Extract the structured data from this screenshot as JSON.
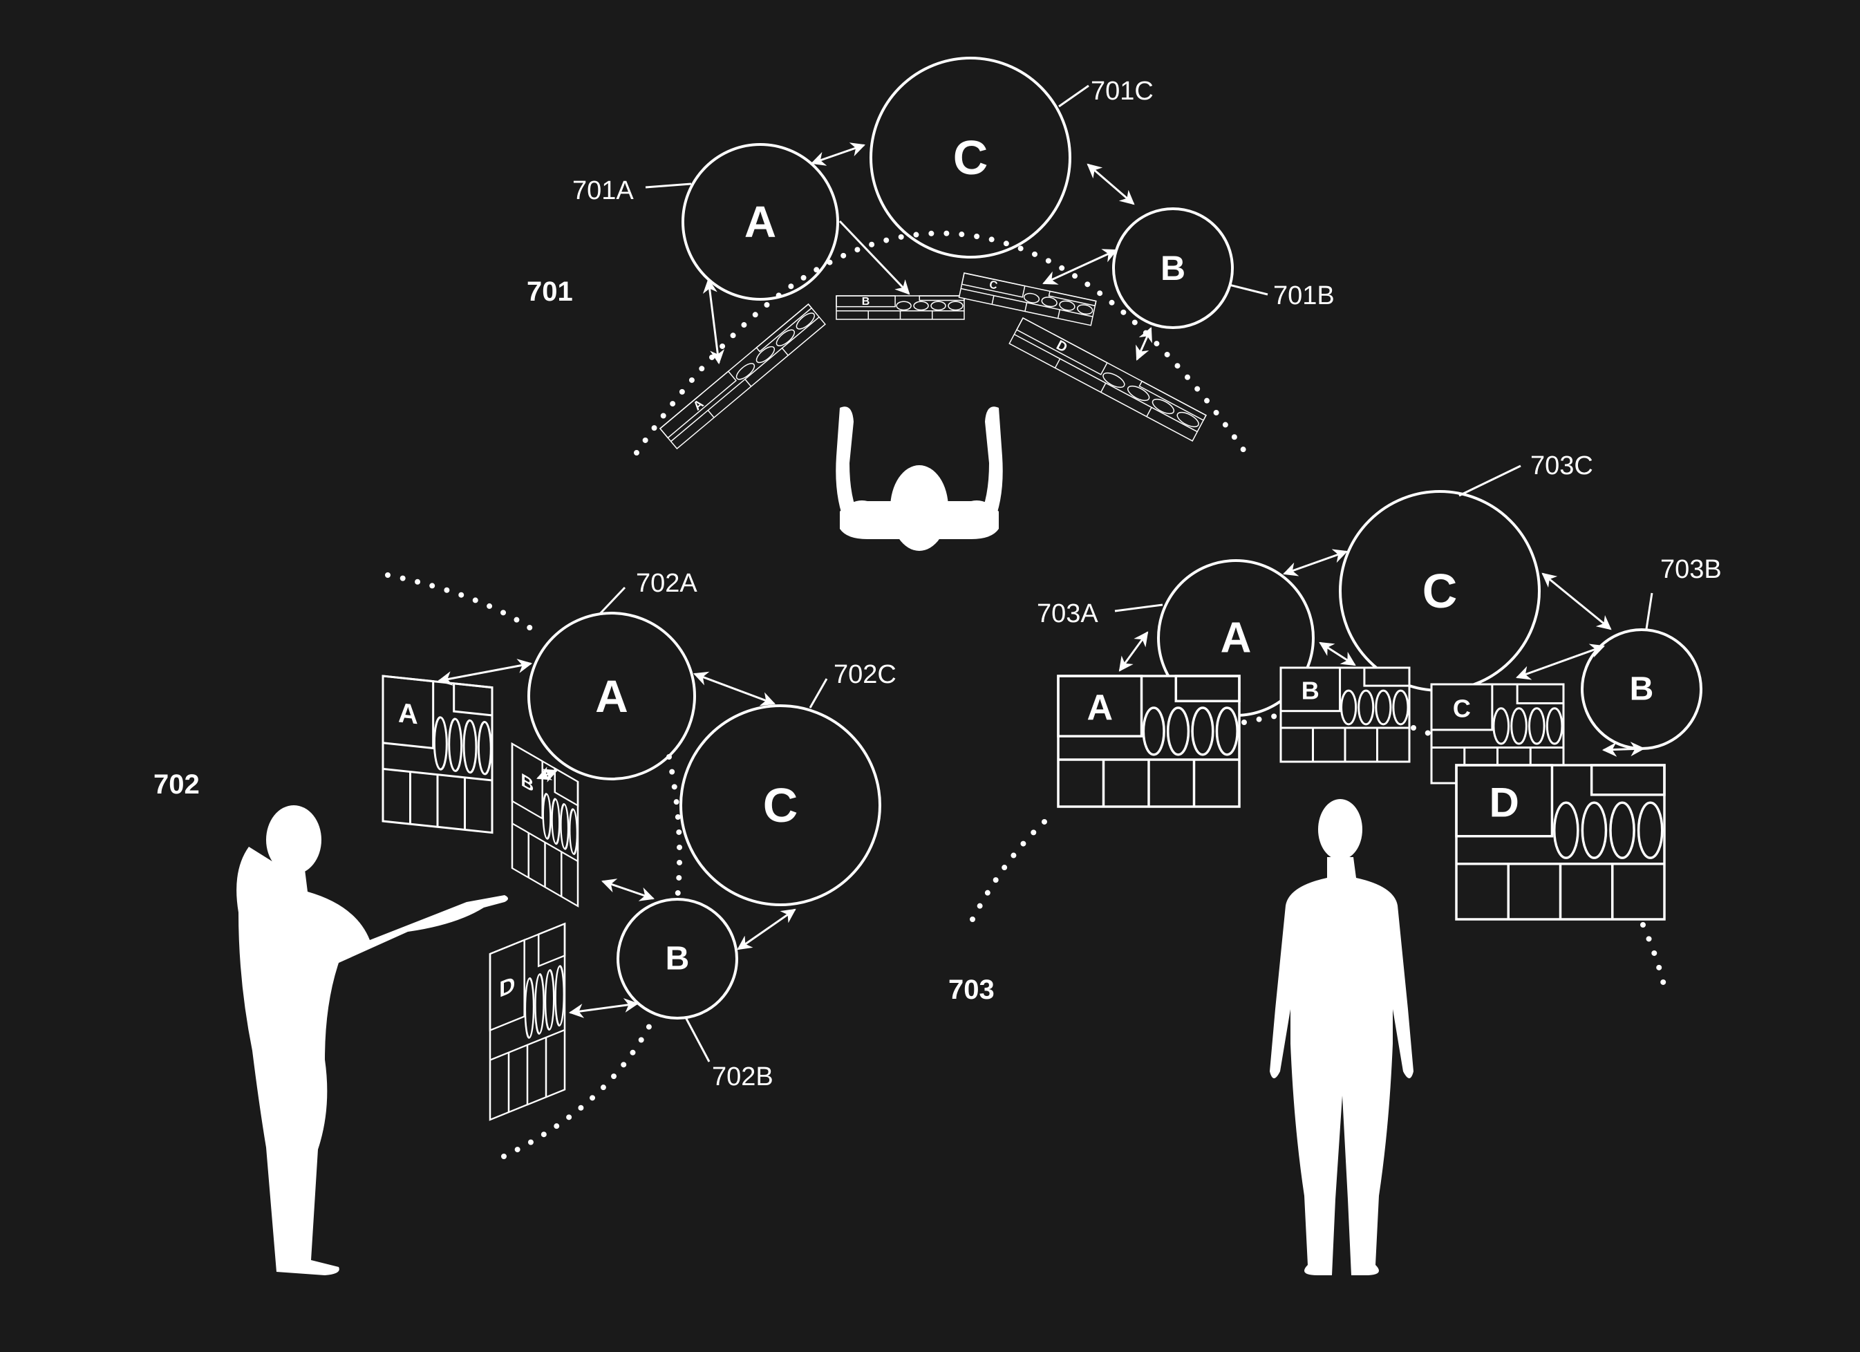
{
  "figures": {
    "f701": {
      "label": "701",
      "circles": {
        "A": {
          "letter": "A",
          "ref": "701A"
        },
        "B": {
          "letter": "B",
          "ref": "701B"
        },
        "C": {
          "letter": "C",
          "ref": "701C"
        }
      },
      "panels": [
        "A",
        "B",
        "C",
        "D"
      ]
    },
    "f702": {
      "label": "702",
      "circles": {
        "A": {
          "letter": "A",
          "ref": "702A"
        },
        "B": {
          "letter": "B",
          "ref": "702B"
        },
        "C": {
          "letter": "C",
          "ref": "702C"
        }
      },
      "panels": [
        "A",
        "B",
        "D"
      ]
    },
    "f703": {
      "label": "703",
      "circles": {
        "A": {
          "letter": "A",
          "ref": "703A"
        },
        "B": {
          "letter": "B",
          "ref": "703B"
        },
        "C": {
          "letter": "C",
          "ref": "703C"
        }
      },
      "panels": [
        "A",
        "B",
        "C",
        "D"
      ]
    }
  },
  "colors": {
    "background": "#1a1a1a",
    "foreground": "#ffffff"
  }
}
